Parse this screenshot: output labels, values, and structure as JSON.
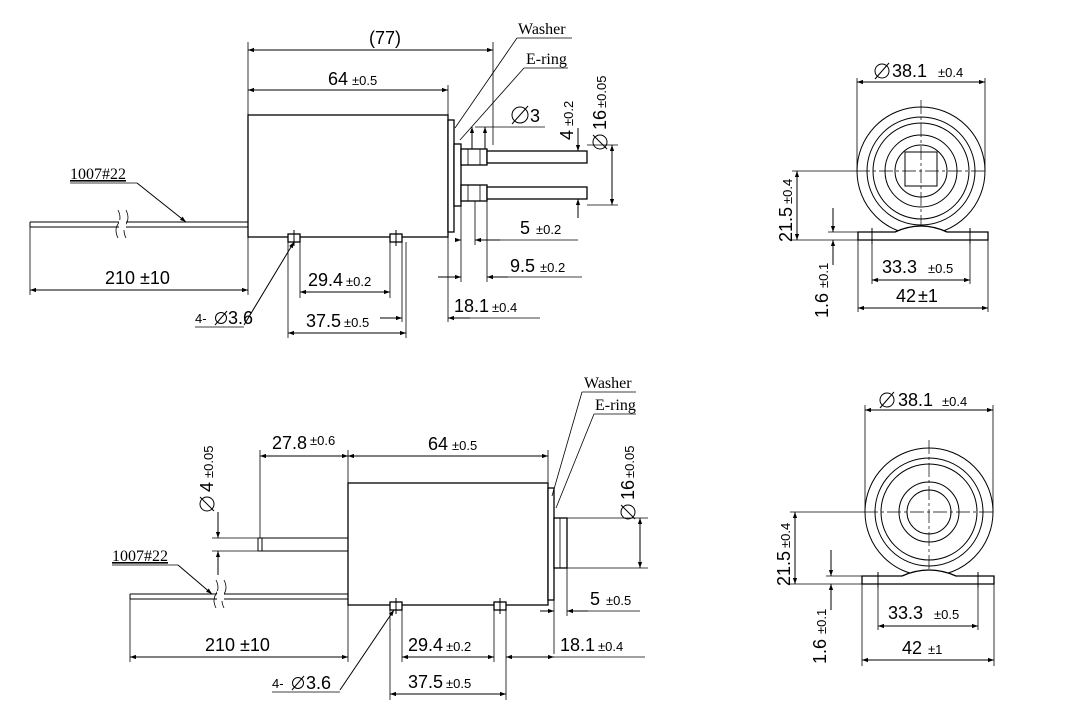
{
  "top_side": {
    "overall": "(77)",
    "length": "64",
    "length_tol": "±0.5",
    "washer": "Washer",
    "ering": "E-ring",
    "dia3": "3",
    "pin": "4",
    "pin_tol": "±0.2",
    "od": "16",
    "od_tol": "±0.05",
    "wire": "1007#22",
    "stroke5": "5",
    "stroke5_tol": "±0.2",
    "d95": "9.5",
    "d95_tol": "±0.2",
    "lead": "210",
    "lead_tol": "±10",
    "holes": "29.4",
    "holes_tol": "±0.2",
    "d181": "18.1",
    "d181_tol": "±0.4",
    "mount": "4-",
    "mount_dia": "3.6",
    "d375": "37.5",
    "d375_tol": "±0.5"
  },
  "top_end": {
    "dia": "38.1",
    "dia_tol": "±0.4",
    "height": "21.5",
    "height_tol": "±0.4",
    "plate": "1.6",
    "plate_tol": "±0.1",
    "holes": "33.3",
    "holes_tol": "±0.5",
    "width": "42",
    "width_tol": "±1"
  },
  "bottom_side": {
    "washer": "Washer",
    "ering": "E-ring",
    "shaft_dia": "4",
    "shaft_tol": "±0.05",
    "d278": "27.8",
    "d278_tol": "±0.6",
    "length": "64",
    "length_tol": "±0.5",
    "od": "16",
    "od_tol": "±0.05",
    "wire": "1007#22",
    "stroke5": "5",
    "stroke5_tol": "±0.5",
    "lead": "210",
    "lead_tol": "±10",
    "holes": "29.4",
    "holes_tol": "±0.2",
    "d181": "18.1",
    "d181_tol": "±0.4",
    "mount": "4-",
    "mount_dia": "3.6",
    "d375": "37.5",
    "d375_tol": "±0.5"
  },
  "bottom_end": {
    "dia": "38.1",
    "dia_tol": "±0.4",
    "height": "21.5",
    "height_tol": "±0.4",
    "plate": "1.6",
    "plate_tol": "±0.1",
    "holes": "33.3",
    "holes_tol": "±0.5",
    "width": "42",
    "width_tol": "±1"
  }
}
